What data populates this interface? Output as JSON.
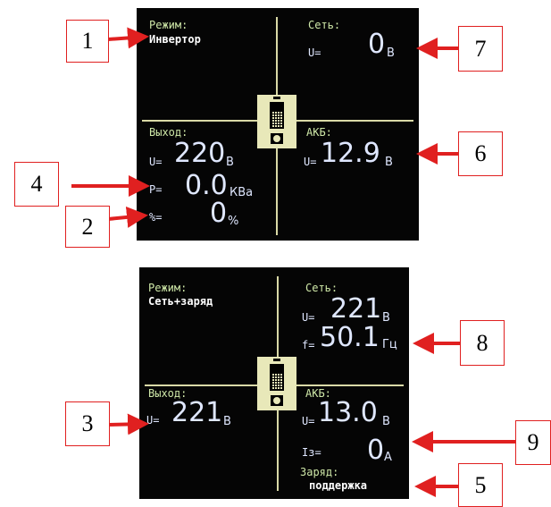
{
  "screen1": {
    "mode_label": "Режим:",
    "mode_value": "Инвертор",
    "grid_label": "Сеть:",
    "grid_u_label": "U=",
    "grid_u_value": "0",
    "grid_u_unit": "В",
    "out_label": "Выход:",
    "out_u_label": "U=",
    "out_u_value": "220",
    "out_u_unit": "В",
    "out_p_label": "P=",
    "out_p_value": "0.0",
    "out_p_unit": "КВа",
    "out_pct_label": "%=",
    "out_pct_value": "0",
    "out_pct_unit": "%",
    "batt_label": "АКБ:",
    "batt_u_label": "U=",
    "batt_u_value": "12.9",
    "batt_u_unit": "В"
  },
  "screen2": {
    "mode_label": "Режим:",
    "mode_value": "Сеть+заряд",
    "grid_label": "Сеть:",
    "grid_u_label": "U=",
    "grid_u_value": "221",
    "grid_u_unit": "В",
    "grid_f_label": "f=",
    "grid_f_value": "50.1",
    "grid_f_unit": "Гц",
    "out_label": "Выход:",
    "out_u_label": "U=",
    "out_u_value": "221",
    "out_u_unit": "В",
    "batt_label": "АКБ:",
    "batt_u_label": "U=",
    "batt_u_value": "13.0",
    "batt_u_unit": "В",
    "batt_i_label": "Iз=",
    "batt_i_value": "0",
    "batt_i_unit": "А",
    "charge_label": "Заряд:",
    "charge_value": "поддержка"
  },
  "callouts": [
    "1",
    "2",
    "3",
    "4",
    "5",
    "6",
    "7",
    "8",
    "9"
  ],
  "colors": {
    "screen_bg": "#050505",
    "label": "#cfe8a8",
    "value": "#dfe7ff",
    "divider": "#d9d9a6",
    "arrow": "#e02020"
  }
}
